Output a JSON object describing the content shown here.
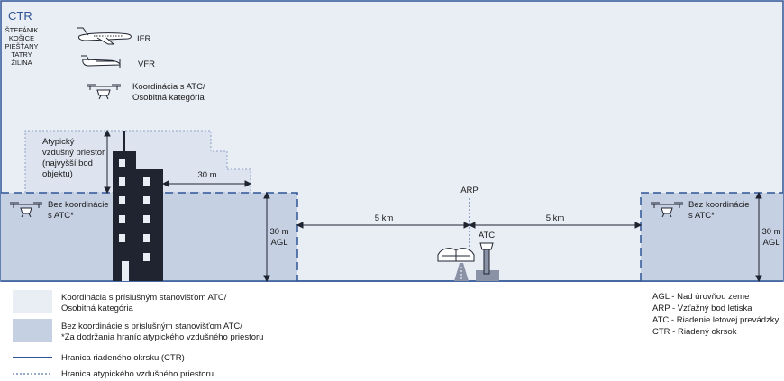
{
  "ctr": {
    "title": "CTR",
    "airports": [
      "ŠTEFÁNIK",
      "KOŠICE",
      "PIEŠŤANY",
      "TATRY",
      "ŽILINA"
    ]
  },
  "aircraft": {
    "ifr": "IFR",
    "vfr": "VFR",
    "drone_line1": "Koordinácia s ATC/",
    "drone_line2": "Osobitná kategória"
  },
  "atypical": {
    "lines": [
      "Atypický",
      "vzdušný priestor",
      "(najvyšší bod",
      "objektu)"
    ],
    "distance": "30 m"
  },
  "zones": {
    "no_coord_line1": "Bez koordinácie",
    "no_coord_line2": "s ATC*",
    "height_value": "30 m",
    "height_unit": "AGL"
  },
  "center": {
    "arp": "ARP",
    "atc": "ATC",
    "dist_left": "5 km",
    "dist_right": "5 km"
  },
  "legend": {
    "light_line1": "Koordinácia s príslušným stanovišťom ATC/",
    "light_line2": "Osobitná kategória",
    "dark_line1": "Bez koordinácie s príslušným stanovišťom ATC/",
    "dark_line2": "*Za dodržania hraníc atypického vzdušného priestoru",
    "solid_line": "Hranica riadeného okrsku (CTR)",
    "dotted_line": "Hranica atypického vzdušného priestoru"
  },
  "abbreviations": [
    "AGL - Nad úrovňou zeme",
    "ARP - Vzťažný bod letiska",
    "ATC - Riadenie letovej prevádzky",
    "CTR - Riadený okrsok"
  ],
  "colors": {
    "light_zone": "#e9edf4",
    "dark_zone": "#c5d0e3",
    "border": "#2f5597",
    "building": "#1f2430"
  }
}
